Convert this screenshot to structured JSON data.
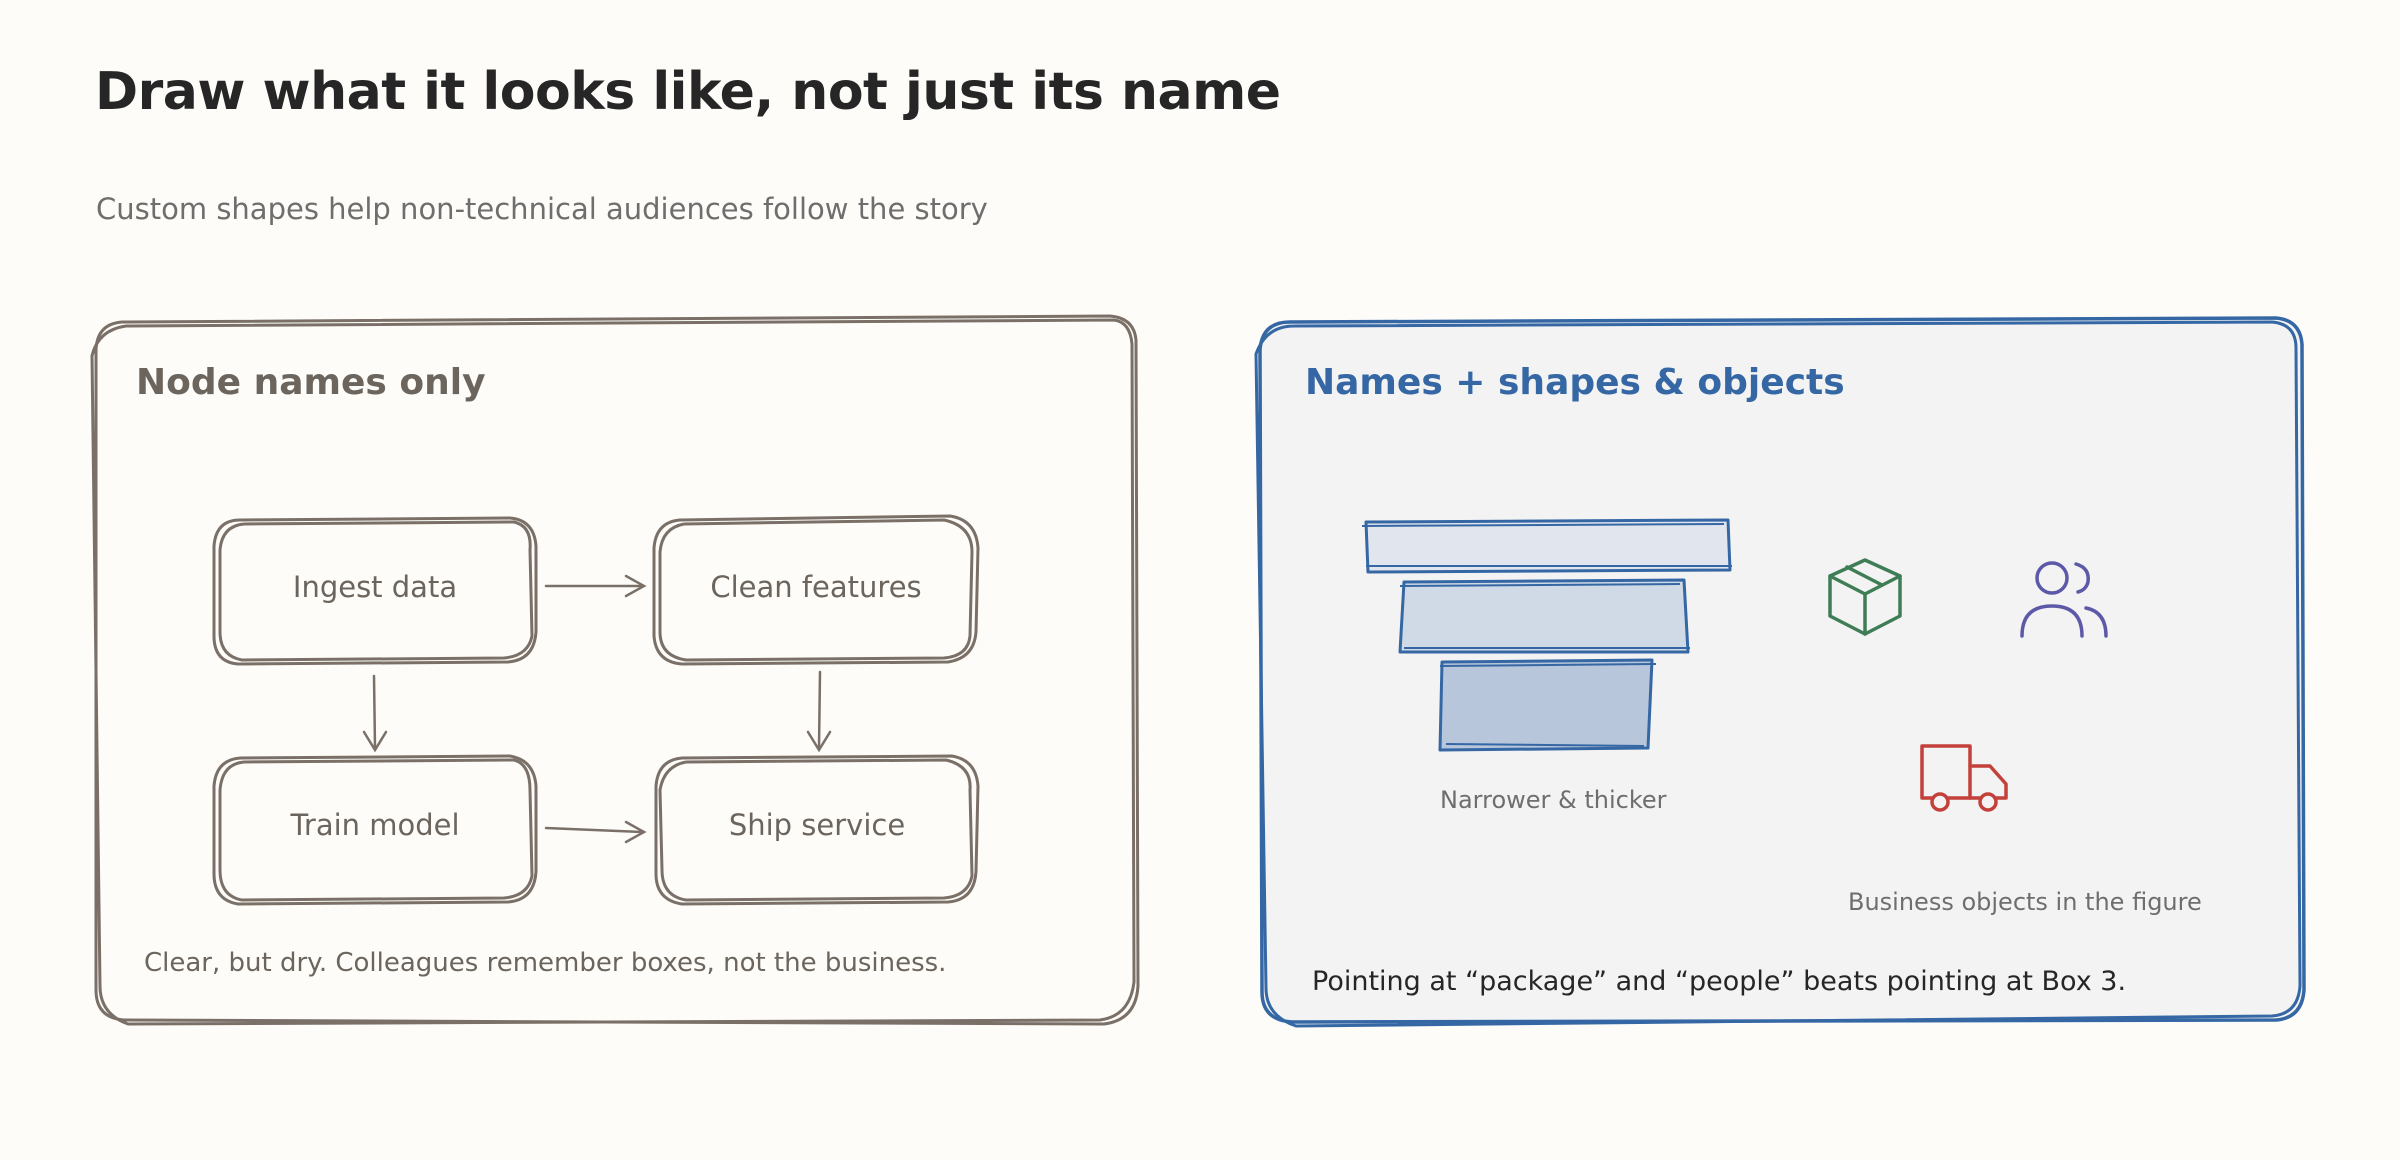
{
  "header": {
    "title": "Draw what it looks like, not just its name",
    "subtitle": "Custom shapes help non-technical audiences follow the story"
  },
  "left_panel": {
    "title": "Node names only",
    "nodes": [
      {
        "label": "Ingest data"
      },
      {
        "label": "Clean features"
      },
      {
        "label": "Train model"
      },
      {
        "label": "Ship service"
      }
    ],
    "note": "Clear, but dry. Colleagues remember boxes, not the business."
  },
  "right_panel": {
    "title": "Names + shapes & objects",
    "funnel_caption": "Narrower & thicker",
    "objects_caption": "Business objects in the figure",
    "note": "Pointing at “package” and “people” beats pointing at Box 3.",
    "icons": [
      "package-icon",
      "people-icon",
      "truck-icon"
    ]
  },
  "colors": {
    "background": "#fdfcf8",
    "left_stroke": "#7a7068",
    "right_stroke": "#3567a4",
    "right_fill": "#f3f3f3",
    "package": "#3f7d57",
    "people": "#5c5aa8",
    "truck": "#c4403a",
    "funnel_light": "#e0e5ee",
    "funnel_mid": "#cfdae6",
    "funnel_dark": "#b7c6da"
  }
}
